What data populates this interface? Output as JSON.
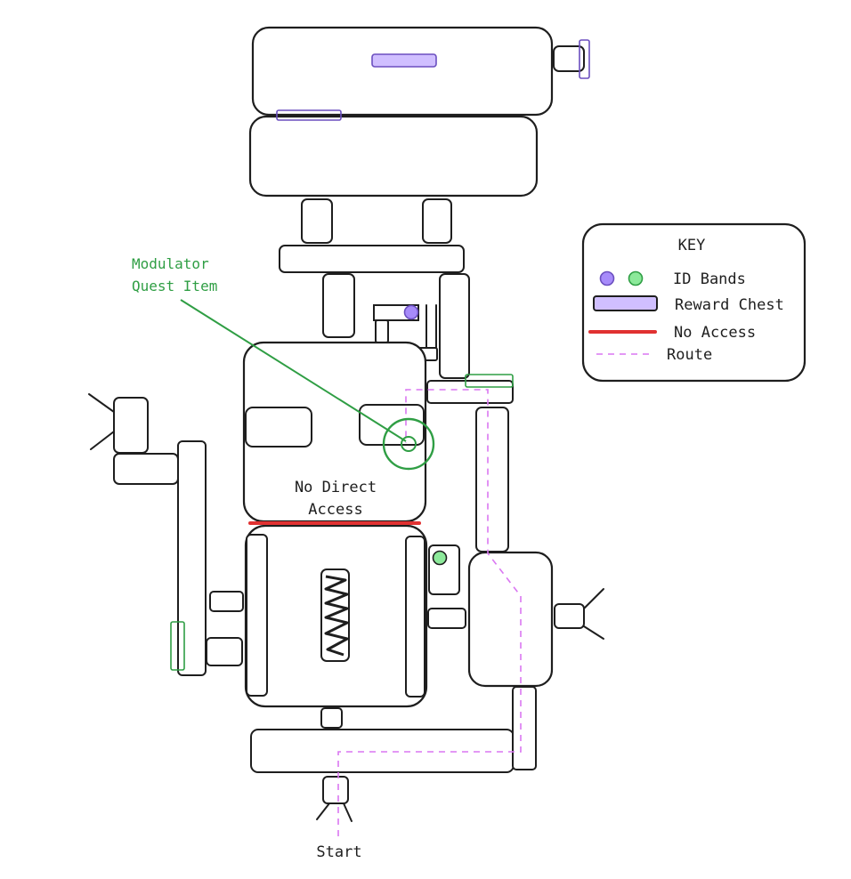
{
  "annotation": {
    "line1": "Modulator",
    "line2": "Quest Item",
    "color": "#2f9e44"
  },
  "central_room": {
    "line1": "No Direct",
    "line2": "Access"
  },
  "start_label": "Start",
  "key": {
    "title": "KEY",
    "id_bands": "ID Bands",
    "reward_chest": "Reward Chest",
    "no_access": "No Access",
    "route": "Route"
  },
  "colors": {
    "id_band_purple": "#a78bfa",
    "id_band_green": "#8ce99a",
    "reward_chest": "#d0bfff",
    "no_access": "#e03131",
    "route": "#da77f2",
    "outline": "#1e1e1e"
  }
}
